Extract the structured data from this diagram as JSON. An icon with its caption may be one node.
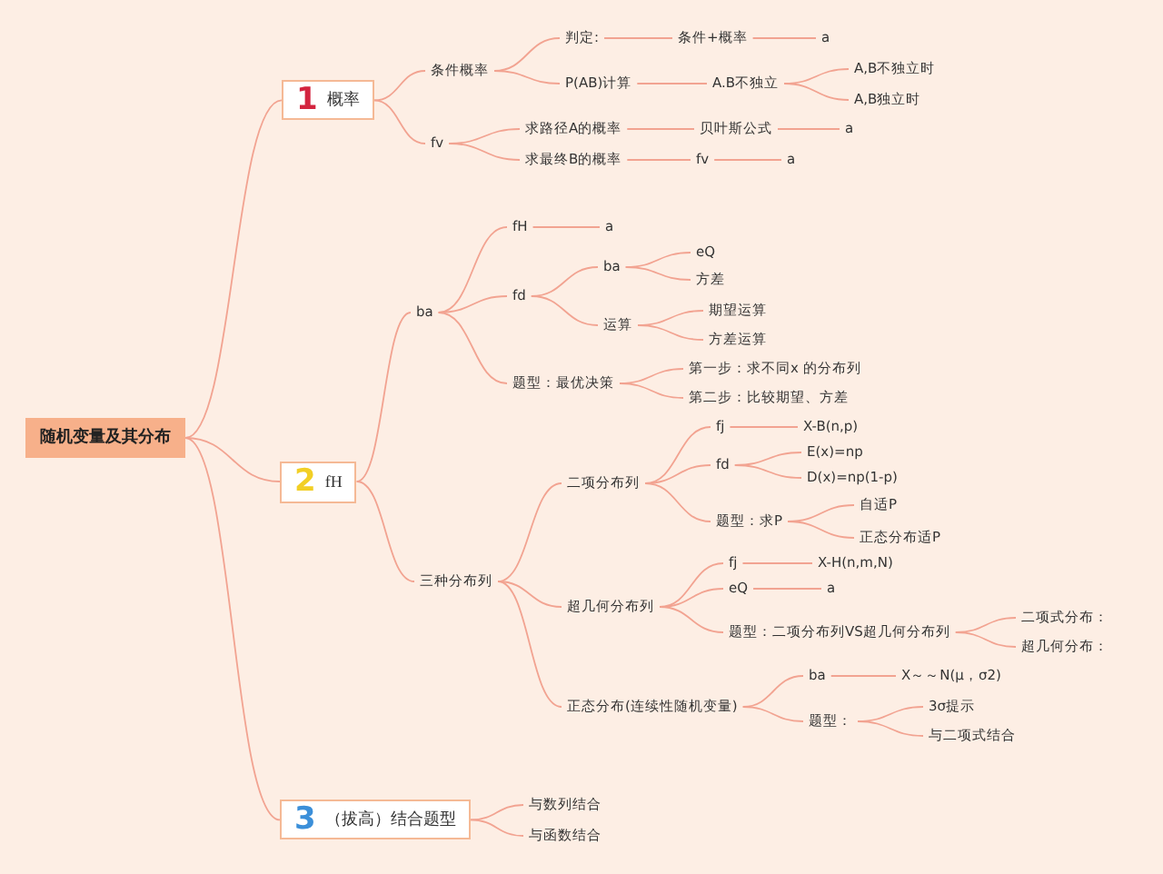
{
  "diagram": {
    "nodes": [
      {
        "text": [
          "随机变量及其分布"
        ]
      },
      {
        "text": [
          "1",
          "概率"
        ]
      },
      {
        "text": [
          "条件概率"
        ]
      },
      {
        "text": [
          "判定:"
        ]
      },
      {
        "text": [
          "条件+概率"
        ]
      },
      {
        "text": [
          "a"
        ]
      },
      {
        "text": [
          "P(AB)计算"
        ]
      },
      {
        "text": [
          "A.B不独立"
        ]
      },
      {
        "text": [
          "A,B不独立时"
        ]
      },
      {
        "text": [
          "A,B独立时"
        ]
      },
      {
        "text": [
          "fv"
        ]
      },
      {
        "text": [
          "求路径A的概率"
        ]
      },
      {
        "text": [
          "贝叶斯公式"
        ]
      },
      {
        "text": [
          "a"
        ]
      },
      {
        "text": [
          "求最终B的概率"
        ]
      },
      {
        "text": [
          "fv"
        ]
      },
      {
        "text": [
          "a"
        ]
      },
      {
        "text": [
          "2",
          "fH"
        ]
      },
      {
        "text": [
          "ba"
        ]
      },
      {
        "text": [
          "fH"
        ]
      },
      {
        "text": [
          "a"
        ]
      },
      {
        "text": [
          "fd"
        ]
      },
      {
        "text": [
          "ba"
        ]
      },
      {
        "text": [
          "eQ"
        ]
      },
      {
        "text": [
          "方差"
        ]
      },
      {
        "text": [
          "运算"
        ]
      },
      {
        "text": [
          "期望运算"
        ]
      },
      {
        "text": [
          "方差运算"
        ]
      },
      {
        "text": [
          "题型：最优决策"
        ]
      },
      {
        "text": [
          "第一步：求不同x 的分布列"
        ]
      },
      {
        "text": [
          "第二步：比较期望、方差"
        ]
      },
      {
        "text": [
          "三种分布列"
        ]
      },
      {
        "text": [
          "二项分布列"
        ]
      },
      {
        "text": [
          "fj"
        ]
      },
      {
        "text": [
          "X-B(n,p)"
        ]
      },
      {
        "text": [
          "fd"
        ]
      },
      {
        "text": [
          "E(x)=np"
        ]
      },
      {
        "text": [
          "D(x)=np(1-p)"
        ]
      },
      {
        "text": [
          "题型：求P"
        ]
      },
      {
        "text": [
          "自适P"
        ]
      },
      {
        "text": [
          "正态分布适P"
        ]
      },
      {
        "text": [
          "超几何分布列"
        ]
      },
      {
        "text": [
          "fj"
        ]
      },
      {
        "text": [
          "X-H(n,m,N)"
        ]
      },
      {
        "text": [
          "eQ"
        ]
      },
      {
        "text": [
          "a"
        ]
      },
      {
        "text": [
          "题型：二项分布列VS超几何分布列"
        ]
      },
      {
        "text": [
          "二项式分布："
        ]
      },
      {
        "text": [
          "超几何分布："
        ]
      },
      {
        "text": [
          "正态分布(连续性随机变量)"
        ]
      },
      {
        "text": [
          "ba"
        ]
      },
      {
        "text": [
          "X～～N(μ，σ2)"
        ]
      },
      {
        "text": [
          "题型："
        ]
      },
      {
        "text": [
          "3σ提示"
        ]
      },
      {
        "text": [
          "与二项式结合"
        ]
      },
      {
        "text": [
          "3",
          "（拔高）结合题型"
        ]
      },
      {
        "text": [
          "与数列结合"
        ]
      },
      {
        "text": [
          "与函数结合"
        ]
      }
    ],
    "edges": [
      {
        "from": 0,
        "to": 1,
        "arrow": "none"
      },
      {
        "from": 0,
        "to": 17,
        "arrow": "none"
      },
      {
        "from": 0,
        "to": 55,
        "arrow": "none"
      },
      {
        "from": 1,
        "to": 2,
        "arrow": "none"
      },
      {
        "from": 1,
        "to": 10,
        "arrow": "none"
      },
      {
        "from": 2,
        "to": 3,
        "arrow": "none"
      },
      {
        "from": 3,
        "to": 4,
        "arrow": "none"
      },
      {
        "from": 4,
        "to": 5,
        "arrow": "none"
      },
      {
        "from": 2,
        "to": 6,
        "arrow": "none"
      },
      {
        "from": 6,
        "to": 7,
        "arrow": "none"
      },
      {
        "from": 7,
        "to": 8,
        "arrow": "none"
      },
      {
        "from": 7,
        "to": 9,
        "arrow": "none"
      },
      {
        "from": 10,
        "to": 11,
        "arrow": "none"
      },
      {
        "from": 11,
        "to": 12,
        "arrow": "none"
      },
      {
        "from": 12,
        "to": 13,
        "arrow": "none"
      },
      {
        "from": 10,
        "to": 14,
        "arrow": "none"
      },
      {
        "from": 14,
        "to": 15,
        "arrow": "none"
      },
      {
        "from": 15,
        "to": 16,
        "arrow": "none"
      },
      {
        "from": 17,
        "to": 18,
        "arrow": "none"
      },
      {
        "from": 17,
        "to": 31,
        "arrow": "none"
      },
      {
        "from": 18,
        "to": 19,
        "arrow": "none"
      },
      {
        "from": 19,
        "to": 20,
        "arrow": "none"
      },
      {
        "from": 18,
        "to": 21,
        "arrow": "none"
      },
      {
        "from": 21,
        "to": 22,
        "arrow": "none"
      },
      {
        "from": 22,
        "to": 23,
        "arrow": "none"
      },
      {
        "from": 22,
        "to": 24,
        "arrow": "none"
      },
      {
        "from": 21,
        "to": 25,
        "arrow": "none"
      },
      {
        "from": 25,
        "to": 26,
        "arrow": "none"
      },
      {
        "from": 25,
        "to": 27,
        "arrow": "none"
      },
      {
        "from": 18,
        "to": 28,
        "arrow": "none"
      },
      {
        "from": 28,
        "to": 29,
        "arrow": "none"
      },
      {
        "from": 28,
        "to": 30,
        "arrow": "none"
      },
      {
        "from": 31,
        "to": 32,
        "arrow": "none"
      },
      {
        "from": 32,
        "to": 33,
        "arrow": "none"
      },
      {
        "from": 33,
        "to": 34,
        "arrow": "none"
      },
      {
        "from": 32,
        "to": 35,
        "arrow": "none"
      },
      {
        "from": 35,
        "to": 36,
        "arrow": "none"
      },
      {
        "from": 35,
        "to": 37,
        "arrow": "none"
      },
      {
        "from": 32,
        "to": 38,
        "arrow": "none"
      },
      {
        "from": 38,
        "to": 39,
        "arrow": "none"
      },
      {
        "from": 38,
        "to": 40,
        "arrow": "none"
      },
      {
        "from": 31,
        "to": 41,
        "arrow": "none"
      },
      {
        "from": 41,
        "to": 42,
        "arrow": "none"
      },
      {
        "from": 42,
        "to": 43,
        "arrow": "none"
      },
      {
        "from": 41,
        "to": 44,
        "arrow": "none"
      },
      {
        "from": 44,
        "to": 45,
        "arrow": "none"
      },
      {
        "from": 41,
        "to": 46,
        "arrow": "none"
      },
      {
        "from": 46,
        "to": 47,
        "arrow": "none"
      },
      {
        "from": 46,
        "to": 48,
        "arrow": "none"
      },
      {
        "from": 31,
        "to": 49,
        "arrow": "none"
      },
      {
        "from": 49,
        "to": 50,
        "arrow": "none"
      },
      {
        "from": 50,
        "to": 51,
        "arrow": "none"
      },
      {
        "from": 49,
        "to": 52,
        "arrow": "none"
      },
      {
        "from": 52,
        "to": 53,
        "arrow": "none"
      },
      {
        "from": 52,
        "to": 54,
        "arrow": "none"
      },
      {
        "from": 55,
        "to": 56,
        "arrow": "none"
      },
      {
        "from": 55,
        "to": 57,
        "arrow": "none"
      }
    ]
  }
}
